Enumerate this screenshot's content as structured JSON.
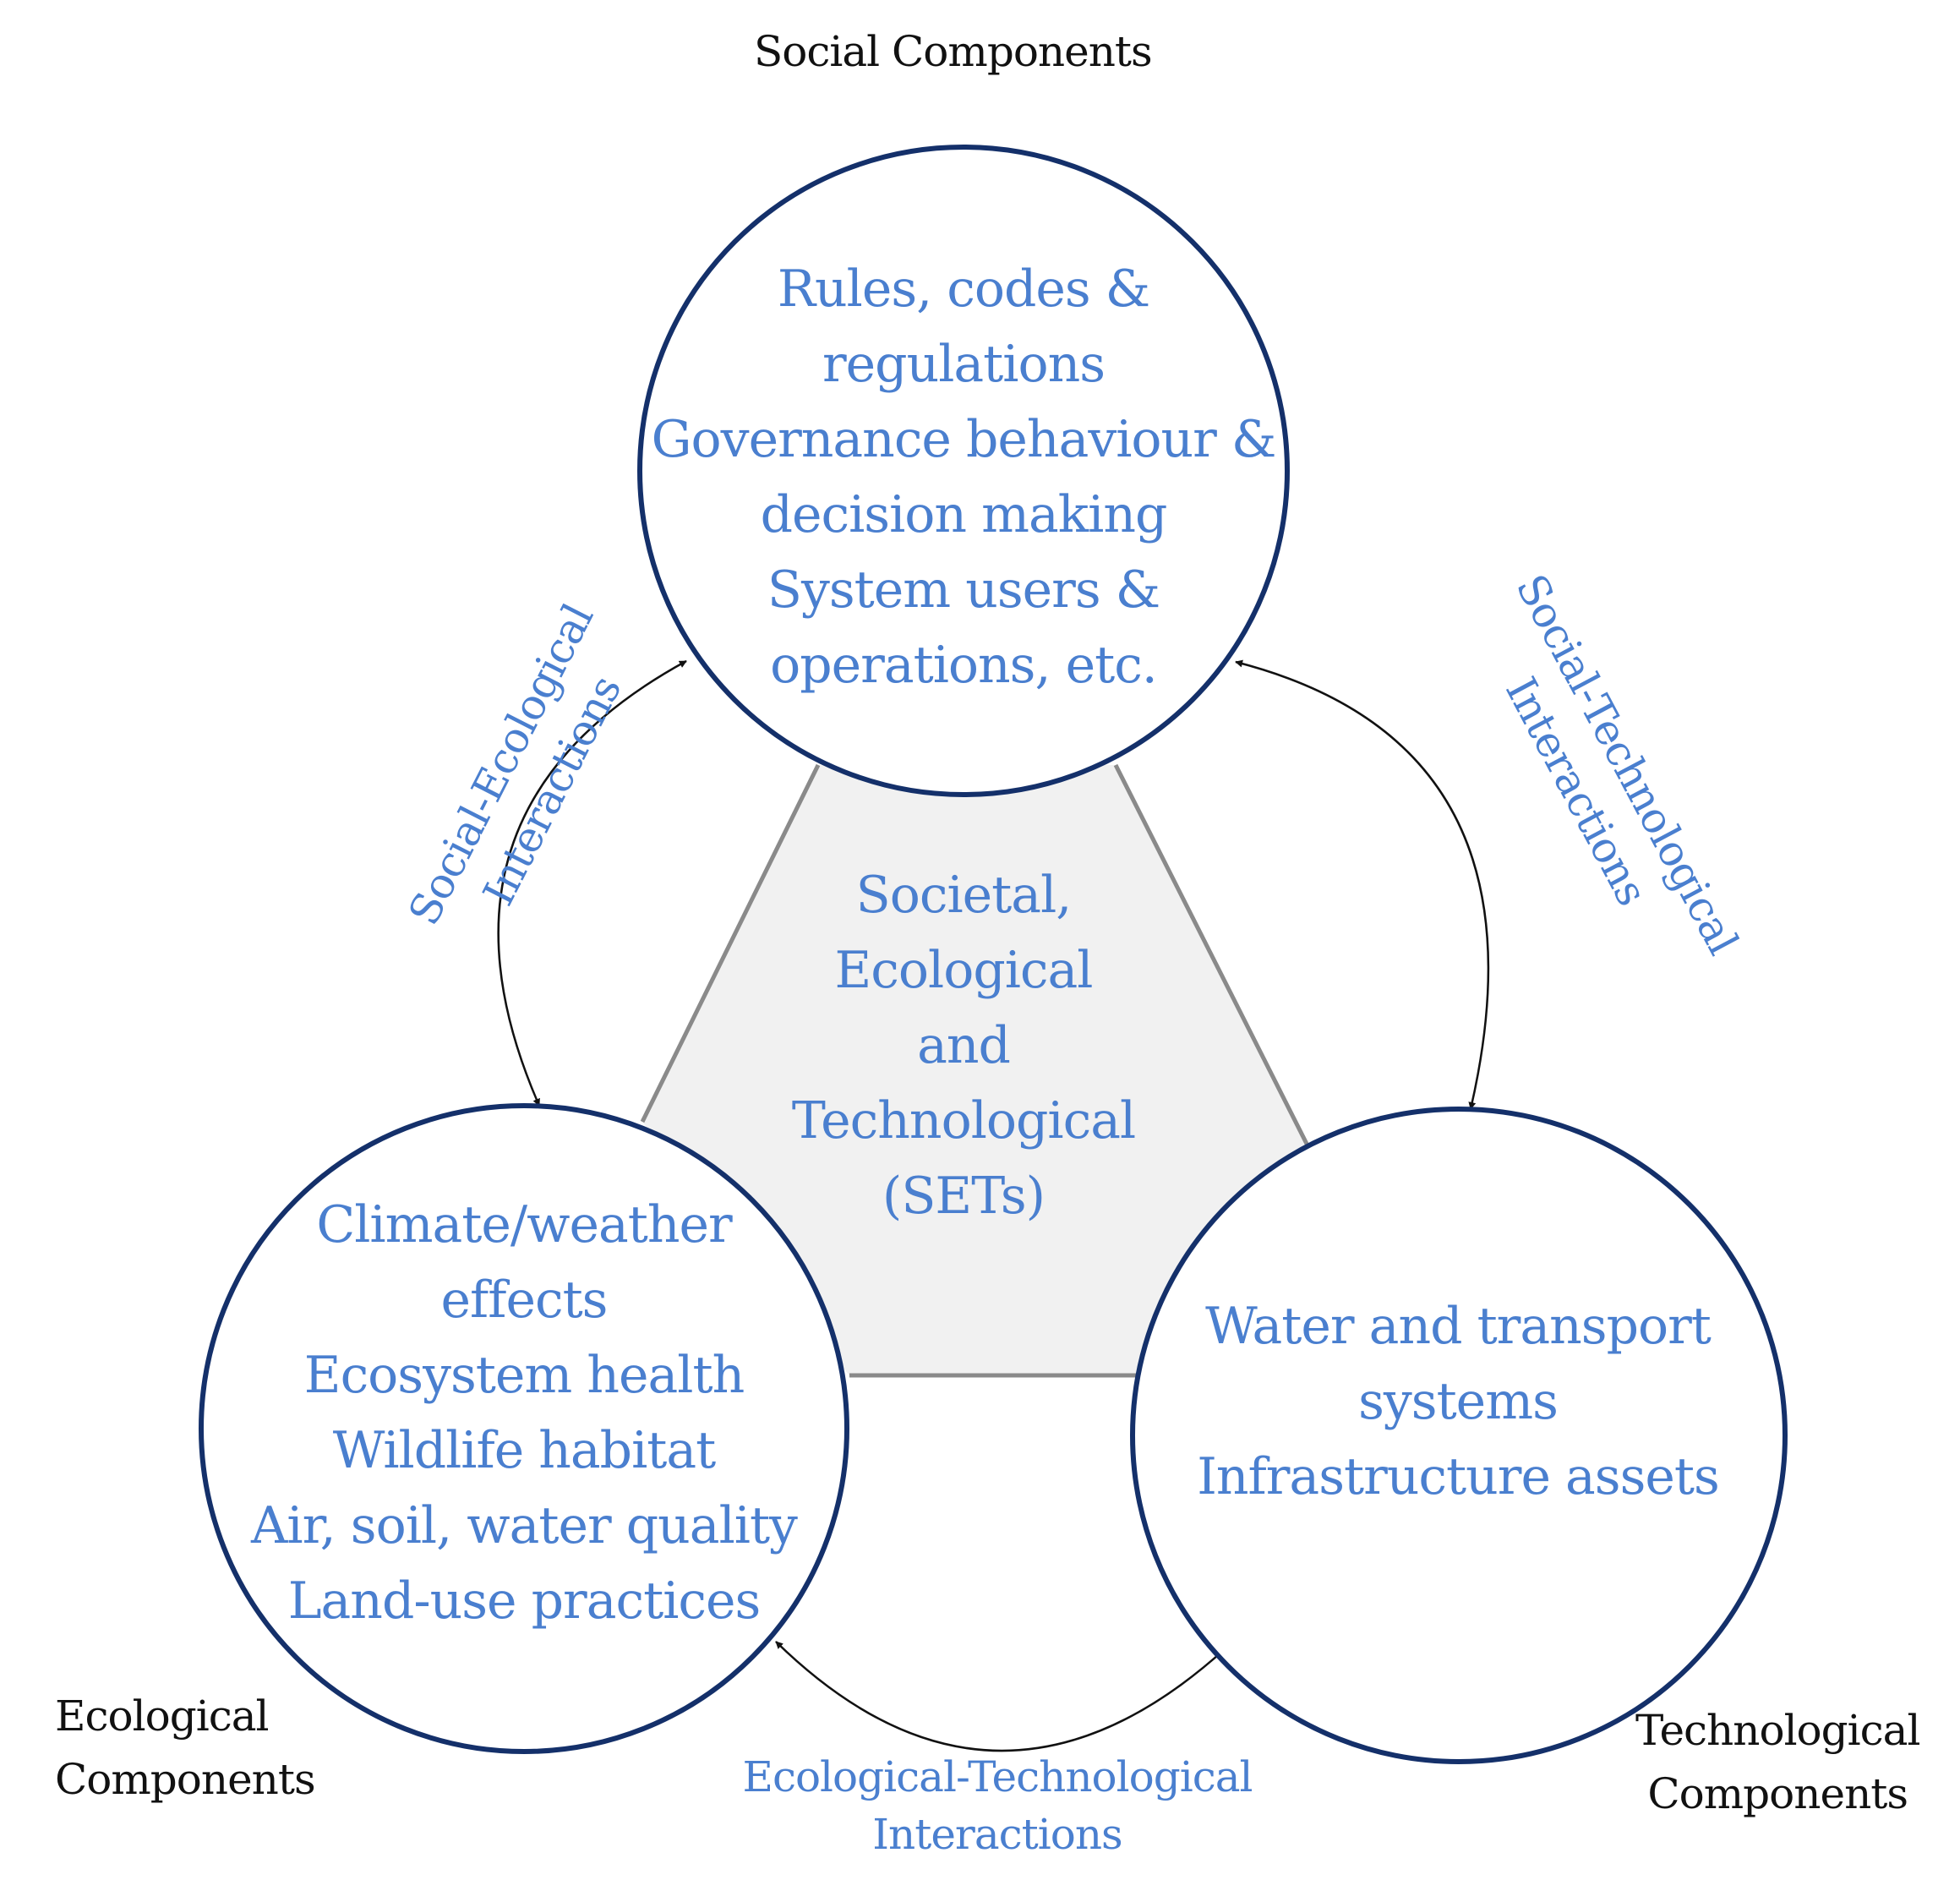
{
  "colors": {
    "circle_stroke": "#14306a",
    "label_blue": "#4a7fcf",
    "triangle_fill": "#f1f1f1",
    "triangle_stroke": "#8a8a8a",
    "arrow": "#111111",
    "corner_text": "#111111"
  },
  "components": {
    "social": {
      "title": "Social Components",
      "items": [
        "Rules, codes &",
        "regulations",
        "Governance behaviour &",
        "decision making",
        "System users &",
        "operations, etc."
      ]
    },
    "ecological": {
      "title_line1": "Ecological",
      "title_line2": "Components",
      "items": [
        "Climate/weather",
        "effects",
        "Ecosystem health",
        "Wildlife habitat",
        "Air, soil, water quality",
        "Land-use practices"
      ]
    },
    "technological": {
      "title_line1": "Technological",
      "title_line2": "Components",
      "items": [
        "Water and transport",
        "systems",
        "Infrastructure assets"
      ]
    }
  },
  "center": {
    "lines": [
      "Societal,",
      "Ecological",
      "and",
      "Technological",
      "(SETs)"
    ]
  },
  "interactions": {
    "social_ecological": {
      "line1": "Social-Ecological",
      "line2": "Interactions"
    },
    "social_technological": {
      "line1": "Social-Technological",
      "line2": "Interactions"
    },
    "ecological_technological": {
      "line1": "Ecological-Technological",
      "line2": "Interactions"
    }
  }
}
